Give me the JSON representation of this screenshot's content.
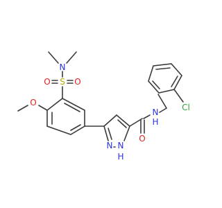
{
  "atoms": {
    "dimethylamine_n": "N",
    "sulfonyl_s": "S",
    "sulfonyl_o_left": "O",
    "sulfonyl_o_right": "O",
    "methoxy_o": "O",
    "pyrazole_n1": "N",
    "pyrazole_nh": "N",
    "pyrazole_nh_h": "H",
    "amide_n": "N",
    "amide_h": "H",
    "carbonyl_o": "O",
    "chlorine": "Cl"
  },
  "colors": {
    "bond": "#3a3a3a",
    "nitrogen": "#2a33e0",
    "oxygen": "#e0201a",
    "sulfur": "#b8a800",
    "chlorine": "#2ea62e"
  }
}
